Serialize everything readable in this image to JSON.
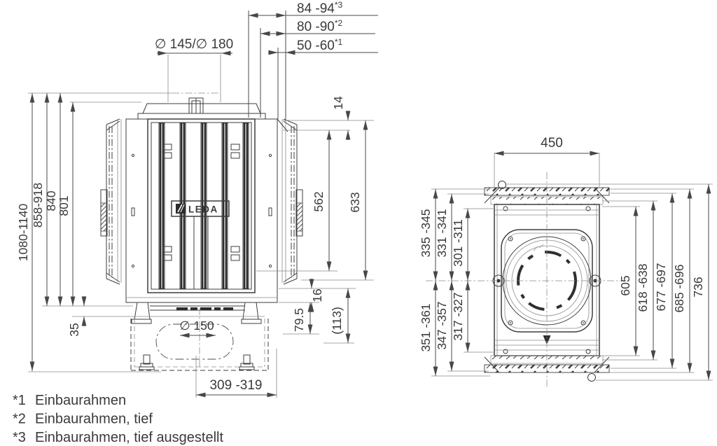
{
  "drawing": {
    "brand_label": "LEDA",
    "front_view": {
      "flue_diameter_label": "∅ 145/∅ 180",
      "depth_dims": [
        {
          "value": "84 -94",
          "sup": "*3"
        },
        {
          "value": "80 -90",
          "sup": "*2"
        },
        {
          "value": "50 -60",
          "sup": "*1"
        }
      ],
      "height_dims": [
        "1080-1140",
        "858-918",
        "840",
        "801"
      ],
      "plinth_offset": "35",
      "base_opening_diameter": "∅ 150",
      "base_width": "309 -319",
      "side_dims": [
        "14",
        "562",
        "633",
        "16",
        "79.5",
        "(113)"
      ]
    },
    "top_view": {
      "width_dim": "450",
      "left_upper_dims": [
        "335 -345",
        "331 -341",
        "301 -311"
      ],
      "left_lower_dims": [
        "351 -361",
        "347 -357",
        "317 -327"
      ],
      "right_dims": [
        "605",
        "618 -638",
        "677 -697",
        "685 -696",
        "736"
      ]
    },
    "footnotes": [
      {
        "marker": "*1",
        "text": "Einbaurahmen"
      },
      {
        "marker": "*2",
        "text": "Einbaurahmen, tief"
      },
      {
        "marker": "*3",
        "text": "Einbaurahmen, tief ausgestellt"
      }
    ]
  }
}
